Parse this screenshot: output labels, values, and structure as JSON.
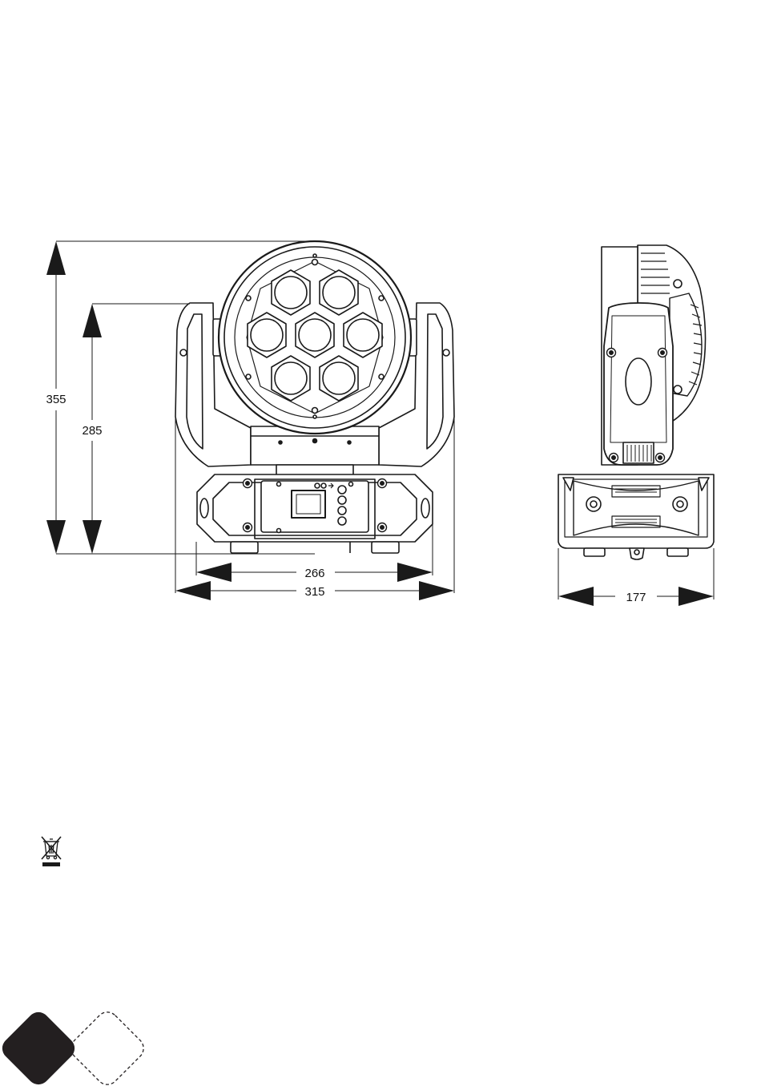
{
  "dimensions": {
    "height_total": "355",
    "height_head": "285",
    "width_base": "266",
    "width_total": "315",
    "depth": "177"
  },
  "front_view": {
    "led_count": 7,
    "display_buttons": 4
  },
  "side_view": {},
  "icons": {
    "weee": "crossed-out-wheelie-bin-icon",
    "corner_logo": "diamond-logo-icon"
  },
  "colors": {
    "line": "#1a1a1a",
    "fill": "#ffffff",
    "logo": "#231f20"
  }
}
